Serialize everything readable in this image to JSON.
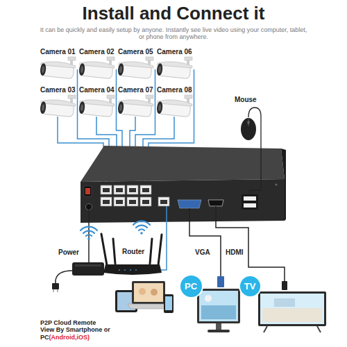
{
  "diagram": {
    "title": "Install and Connect it",
    "nodes": [
      {
        "text": [
          "PC"
        ]
      },
      {
        "text": [
          "TV"
        ]
      }
    ],
    "labels": [
      "It can be quickly and easily setup by anyone. Instantly see live video using your computer, tablet, or phone from anywhere.",
      "Camera 01",
      "Camera 02",
      "Camera 05",
      "Camera 06",
      "Camera 03",
      "Camera 04",
      "Camera 07",
      "Camera 08",
      "Mouse",
      "Power",
      "Router",
      "VGA",
      "HDMI",
      "P2P Cloud Remote View By Smartphone or PC",
      "(Android,iOS)"
    ]
  }
}
